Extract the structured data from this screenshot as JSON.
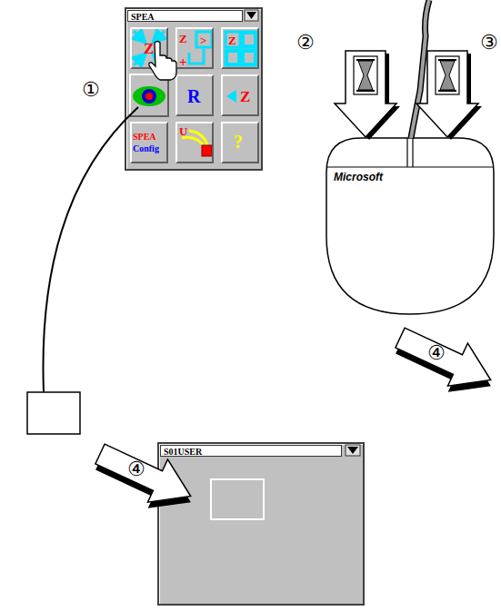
{
  "diagram": {
    "nodes": [
      {
        "text": [
          "SPEA"
        ]
      },
      {
        "text": [
          "Z"
        ],
        "in": 0
      },
      {
        "text": [
          "Z",
          ">",
          "+"
        ],
        "in": 0
      },
      {
        "text": [
          "Z"
        ],
        "in": 0
      },
      {
        "text": [
          "R"
        ],
        "in": 0
      },
      {
        "text": [
          "Z"
        ],
        "in": 0
      },
      {
        "text": [
          "SPEA",
          "Config"
        ],
        "in": 0
      },
      {
        "text": [
          "U"
        ],
        "in": 0
      },
      {
        "text": [
          "?"
        ],
        "in": 0
      },
      {
        "text": [
          "Microsoft"
        ]
      },
      {
        "text": [
          "S01USER"
        ]
      }
    ],
    "labels": [
      "①",
      "②",
      "③",
      "④",
      "④"
    ]
  }
}
